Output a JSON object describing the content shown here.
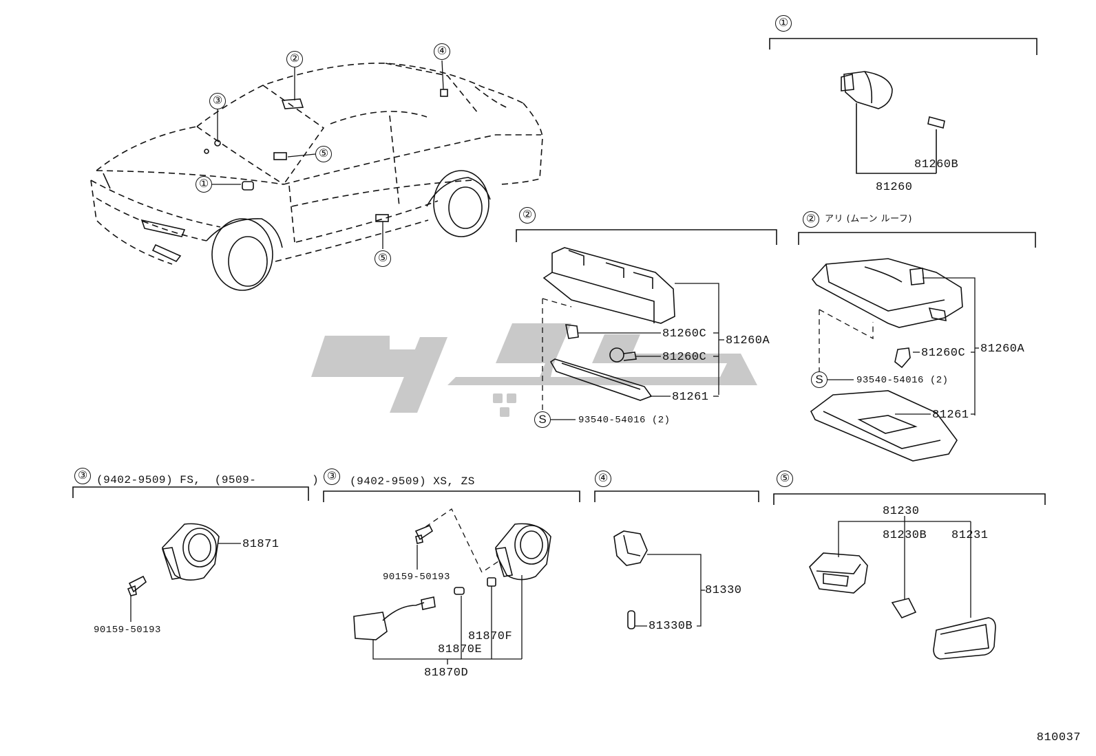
{
  "overview": {
    "callouts": [
      "③",
      "②",
      "④",
      "⑤",
      "①",
      "⑤"
    ]
  },
  "groups": [
    {
      "id": "1",
      "marker": "①",
      "header": "",
      "parts": [
        "81260B",
        "81260"
      ]
    },
    {
      "id": "2a",
      "marker": "②",
      "header": "",
      "parts": [
        "81260C",
        "81260C",
        "81260A",
        "81261",
        "93540-54016 (2)"
      ],
      "s_marker": "S"
    },
    {
      "id": "2b",
      "marker": "②",
      "header": "アリ (ムーン ルーフ)",
      "parts": [
        "81260C",
        "81260A",
        "93540-54016 (2)",
        "81261"
      ],
      "s_marker": "S"
    },
    {
      "id": "3a",
      "marker": "③",
      "header": "(9402-9509) FS,  (9509-        )",
      "parts": [
        "81871",
        "90159-50193"
      ]
    },
    {
      "id": "3b",
      "marker": "③",
      "header": "(9402-9509) XS, ZS",
      "parts": [
        "90159-50193",
        "81870F",
        "81870E",
        "81870D"
      ]
    },
    {
      "id": "4",
      "marker": "④",
      "header": "",
      "parts": [
        "81330",
        "81330B"
      ]
    },
    {
      "id": "5",
      "marker": "⑤",
      "header": "",
      "parts": [
        "81230",
        "81230B",
        "81231"
      ]
    }
  ],
  "footer": {
    "diagram_number": "810037"
  },
  "colors": {
    "line": "#111111",
    "watermark": "#c8c8c8",
    "background": "#ffffff"
  }
}
